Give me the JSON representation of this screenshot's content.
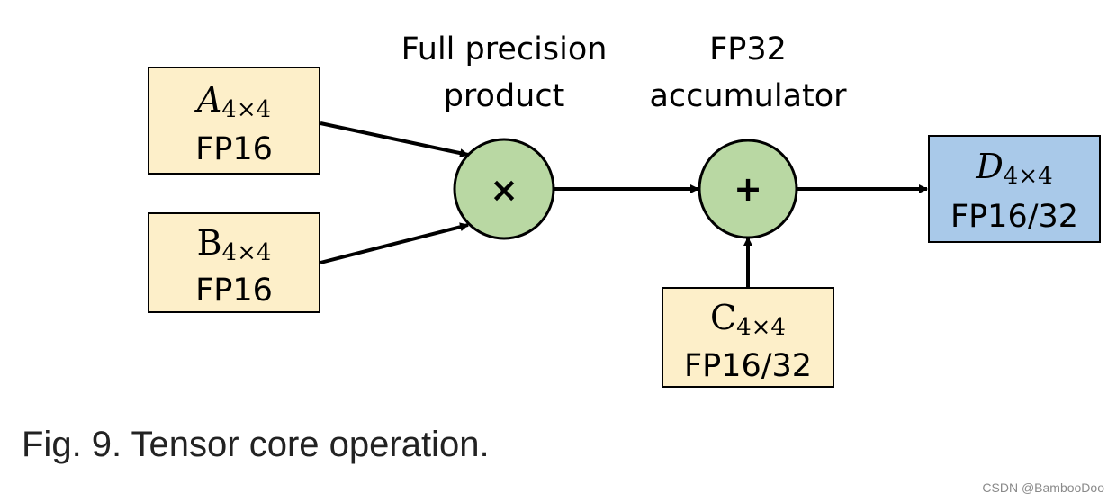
{
  "labels": {
    "product_line1": "Full precision",
    "product_line2": "product",
    "accumulator_line1": "FP32",
    "accumulator_line2": "accumulator"
  },
  "boxes": {
    "a": {
      "letter": "A",
      "sub": "4×4",
      "type": "FP16"
    },
    "b": {
      "letter": "B",
      "sub": "4×4",
      "type": "FP16"
    },
    "c": {
      "letter": "C",
      "sub": "4×4",
      "type": "FP16/32"
    },
    "d": {
      "letter": "D",
      "sub": "4×4",
      "type": "FP16/32"
    }
  },
  "operators": {
    "multiply": "×",
    "add": "+"
  },
  "caption": "Fig. 9. Tensor core operation.",
  "watermark": "CSDN @BambooDoo",
  "colors": {
    "input_box": "#fdefc9",
    "output_box": "#a9c9e9",
    "operator_circle": "#b9d8a3",
    "stroke": "#000000"
  }
}
